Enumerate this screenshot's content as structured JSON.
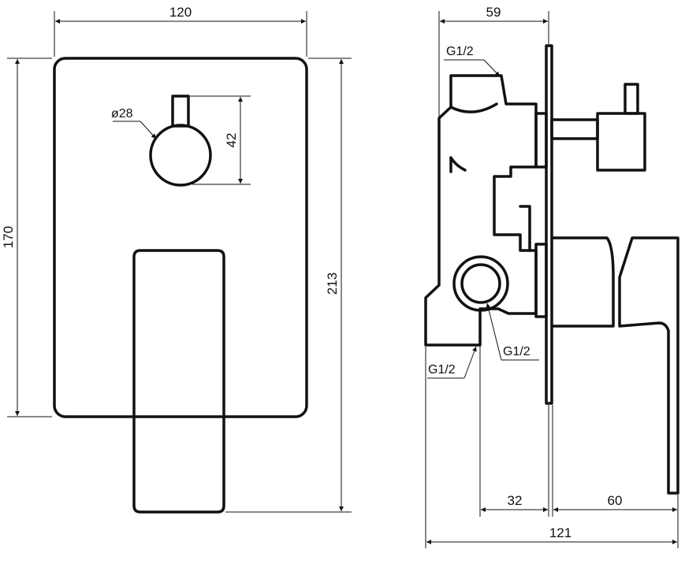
{
  "front_view": {
    "width_dim": "120",
    "height_dim": "170",
    "knob_dia": "ø28",
    "knob_height": "42",
    "overall_height": "213"
  },
  "side_view": {
    "depth_dim": "59",
    "conn_top": "G1/2",
    "conn_mid": "G1/2",
    "conn_bottom": "G1/2",
    "dim_32": "32",
    "dim_60": "60",
    "dim_121": "121"
  }
}
